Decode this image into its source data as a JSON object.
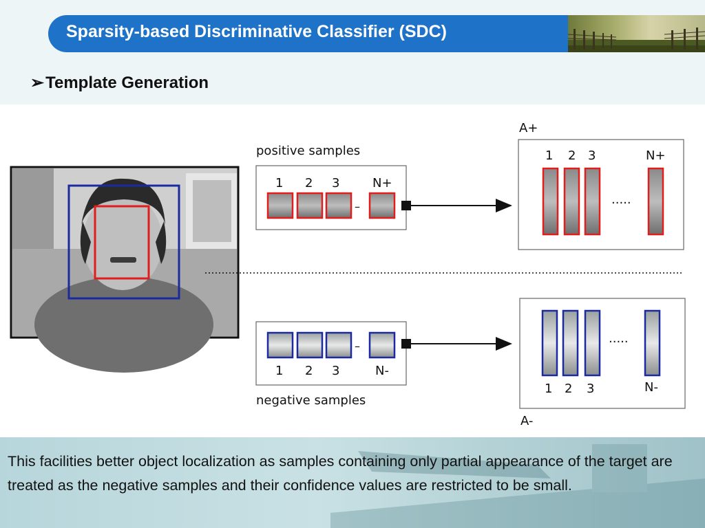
{
  "header": {
    "title": "Sparsity-based Discriminative Classifier (SDC)",
    "photo": "countryside-fence-photo"
  },
  "section": {
    "bullet": "➢",
    "heading": "Template Generation"
  },
  "diagram": {
    "positive": {
      "caption": "positive samples",
      "numbers": [
        "1",
        "2",
        "3",
        "N+"
      ],
      "ellipsis": "–",
      "matrix_label": "A+",
      "matrix_numbers": [
        "1",
        "2",
        "3",
        "N+"
      ],
      "matrix_dots": "....."
    },
    "negative": {
      "caption": "negative samples",
      "numbers": [
        "1",
        "2",
        "3",
        "N-"
      ],
      "ellipsis": "–",
      "matrix_label": "A-",
      "matrix_numbers": [
        "1",
        "2",
        "3",
        "N-"
      ],
      "matrix_dots": "....."
    },
    "colors": {
      "positive_box": "#e01e1e",
      "negative_box": "#1b2a9e",
      "frame": "#111111"
    }
  },
  "footer": {
    "text": "This facilities better object localization as samples containing only partial appearance of the target are treated as the negative samples and their confidence values are restricted to be small."
  }
}
